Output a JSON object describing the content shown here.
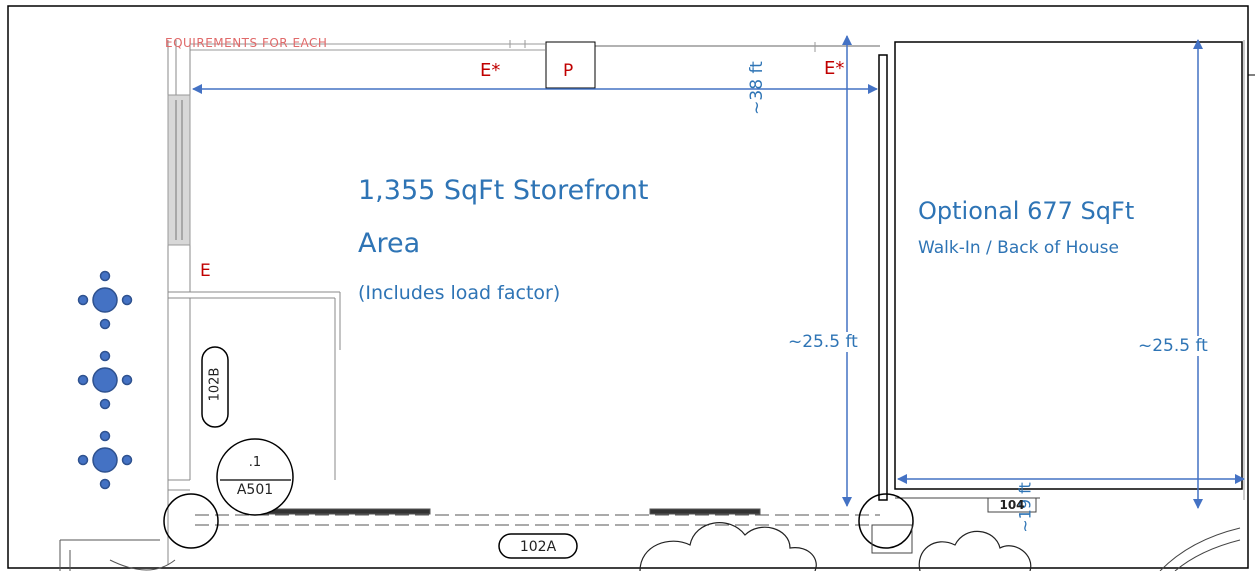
{
  "header_text": "EQUIREMENTS FOR EACH",
  "storefront": {
    "title_line1": "1,355 SqFt Storefront",
    "title_line2": "Area",
    "note": "(Includes load factor)"
  },
  "back_of_house": {
    "title": "Optional 677 SqFt",
    "subtitle": "Walk-In / Back of House"
  },
  "dimensions": {
    "length_top": "~38 ft",
    "height_left": "~25.5 ft",
    "height_right": "~25.5 ft",
    "width_bottom": "~19 ft"
  },
  "markers": {
    "exit_star_left": "E*",
    "exit_star_right": "E*",
    "p_box": "P",
    "exit_side": "E"
  },
  "tags": {
    "room_102b": "102B",
    "room_102a": "102A",
    "detail_num": ".1",
    "detail_sheet": "A501",
    "room_104": "104"
  },
  "colors": {
    "annotation_blue": "#2e74b5",
    "arrow_blue": "#4472c4",
    "marker_red": "#c00000",
    "table_fill": "#4472c4"
  },
  "icons": [
    "round-table-icon",
    "round-table-icon",
    "round-table-icon"
  ]
}
